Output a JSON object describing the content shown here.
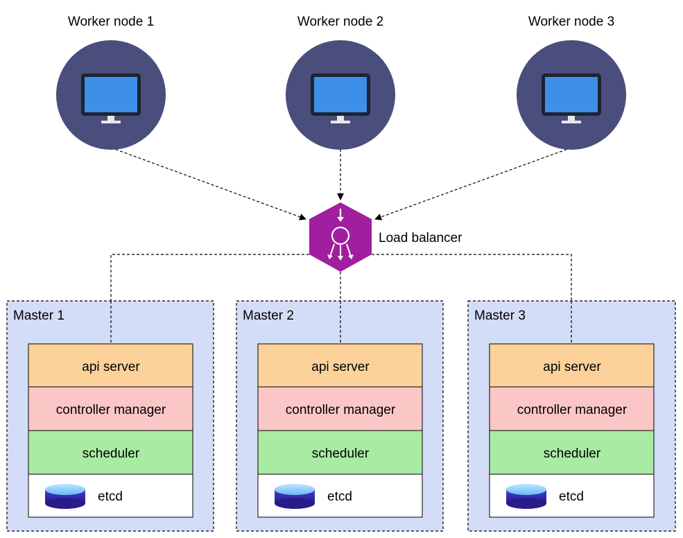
{
  "workers": [
    {
      "label": "Worker node 1",
      "icon": "monitor-icon"
    },
    {
      "label": "Worker node 2",
      "icon": "monitor-icon"
    },
    {
      "label": "Worker node 3",
      "icon": "monitor-icon"
    }
  ],
  "load_balancer": {
    "label": "Load balancer",
    "icon": "load-balancer-icon"
  },
  "masters": [
    {
      "title": "Master 1",
      "components": [
        "api server",
        "controller manager",
        "scheduler"
      ],
      "etcd": {
        "label": "etcd",
        "icon": "database-icon"
      }
    },
    {
      "title": "Master 2",
      "components": [
        "api server",
        "controller manager",
        "scheduler"
      ],
      "etcd": {
        "label": "etcd",
        "icon": "database-icon"
      }
    },
    {
      "title": "Master 3",
      "components": [
        "api server",
        "controller manager",
        "scheduler"
      ],
      "etcd": {
        "label": "etcd",
        "icon": "database-icon"
      }
    }
  ],
  "colors": {
    "worker_circle": "#4A4E7C",
    "monitor_screen": "#3D8FE8",
    "load_balancer": "#A01F9E",
    "master_bg": "#D4DDF7",
    "api_server": "#FDD29A",
    "controller_manager": "#FBC6C6",
    "scheduler": "#A9EBA3",
    "etcd_bg": "#FFFFFF",
    "etcd_cylinder": "#3329A8"
  }
}
